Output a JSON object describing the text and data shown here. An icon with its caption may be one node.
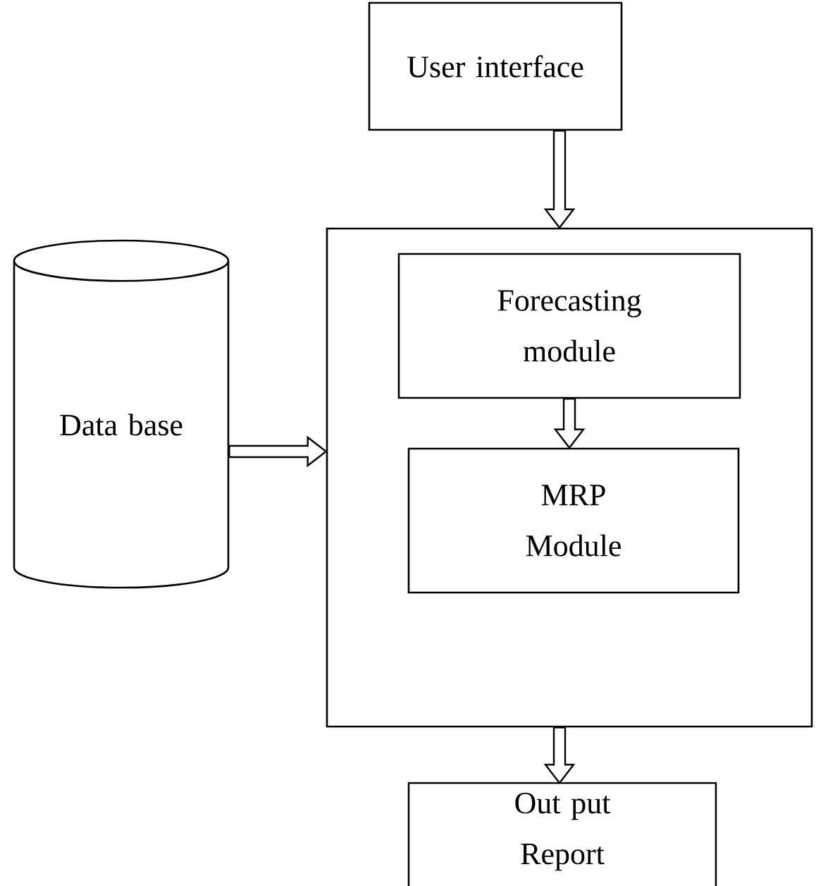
{
  "diagram": {
    "nodes": [
      {
        "text": [
          "User interface"
        ]
      },
      {
        "text": [],
        "shape": "box"
      },
      {
        "text": [
          "Forecasting module"
        ],
        "in": 1
      },
      {
        "text": [
          "MRP Module"
        ],
        "in": 1
      },
      {
        "text": [
          "Data base"
        ]
      },
      {
        "text": [
          "Out put Report"
        ]
      }
    ],
    "edges": [
      {
        "from": 0,
        "to": 1,
        "arrow": "to"
      },
      {
        "from": 2,
        "to": 3,
        "arrow": "to"
      },
      {
        "from": 4,
        "to": 1,
        "arrow": "to"
      },
      {
        "from": 1,
        "to": 5,
        "arrow": "to"
      }
    ]
  }
}
